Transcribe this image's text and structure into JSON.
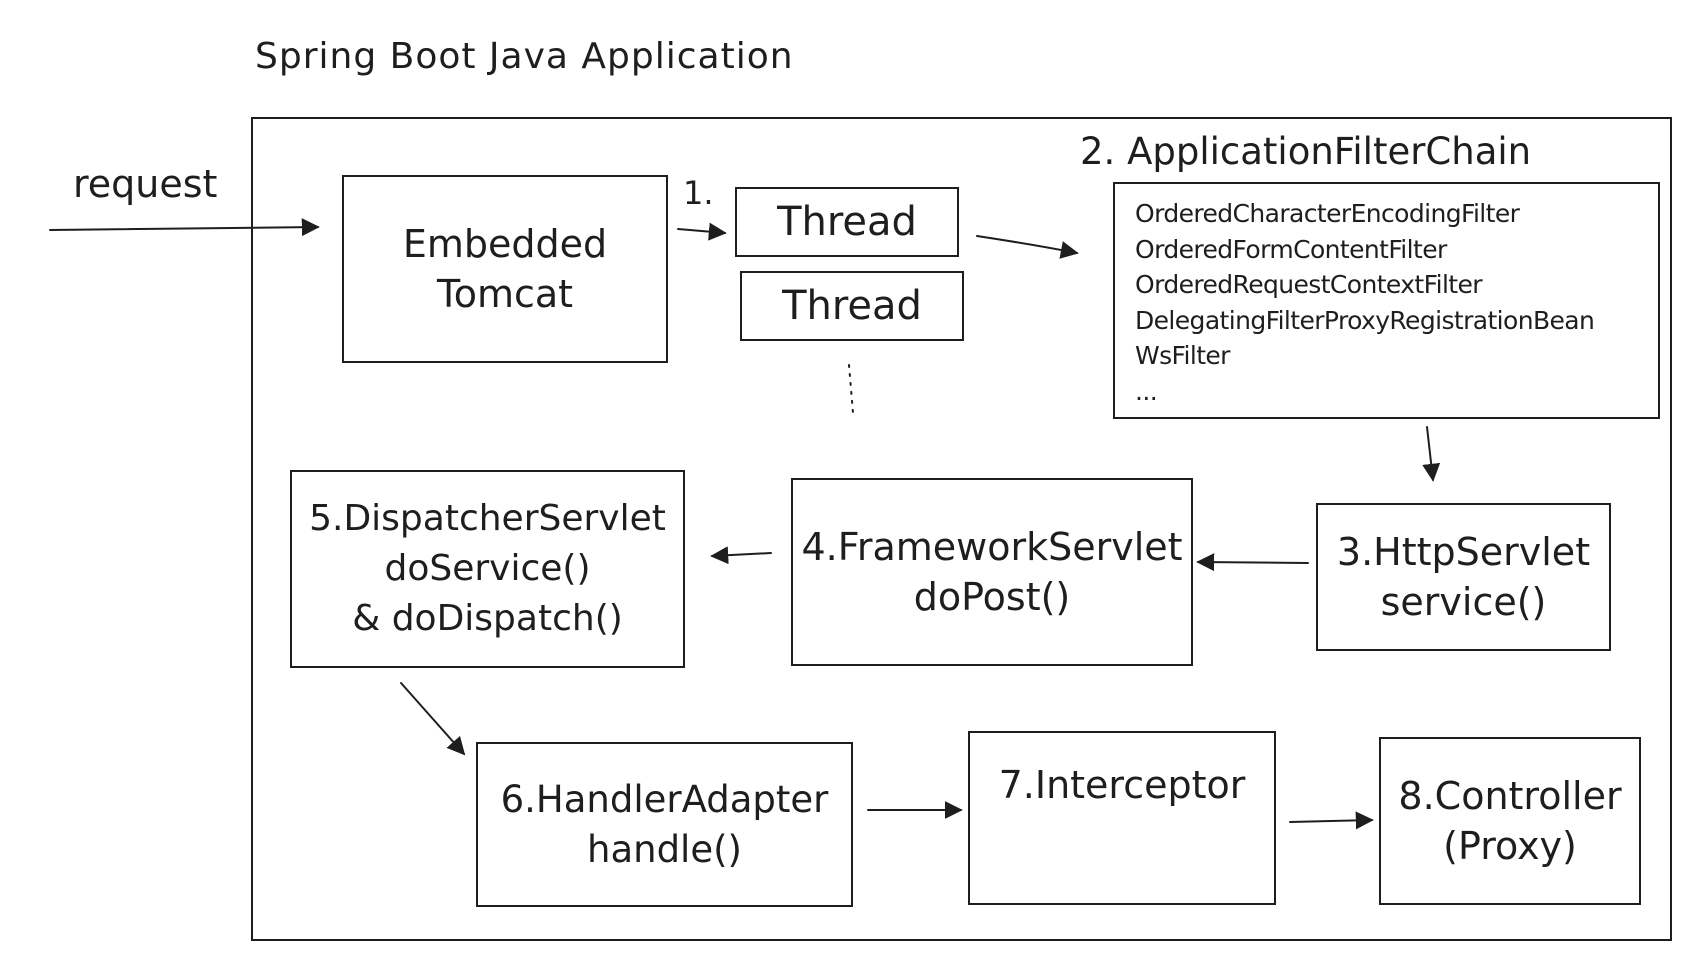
{
  "app_title": "Spring Boot Java Application",
  "request_label": "request",
  "step1_label": "1.",
  "tomcat": {
    "line1": "Embedded",
    "line2": "Tomcat"
  },
  "threads": [
    "Thread",
    "Thread"
  ],
  "filter_chain": {
    "title": "2. ApplicationFilterChain",
    "filters": [
      "OrderedCharacterEncodingFilter",
      "OrderedFormContentFilter",
      "OrderedRequestContextFilter",
      "DelegatingFilterProxyRegistrationBean",
      "WsFilter",
      "..."
    ]
  },
  "http_servlet": {
    "line1": "3.HttpServlet",
    "line2": "service()"
  },
  "framework_servlet": {
    "line1": "4.FrameworkServlet",
    "line2": "doPost()"
  },
  "dispatcher_servlet": {
    "line1": "5.DispatcherServlet",
    "line2": "doService()",
    "line3": "& doDispatch()"
  },
  "handler_adapter": {
    "line1": "6.HandlerAdapter",
    "line2": "handle()"
  },
  "interceptor": {
    "line1": "7.Interceptor"
  },
  "controller": {
    "line1": "8.Controller",
    "line2": "(Proxy)"
  }
}
